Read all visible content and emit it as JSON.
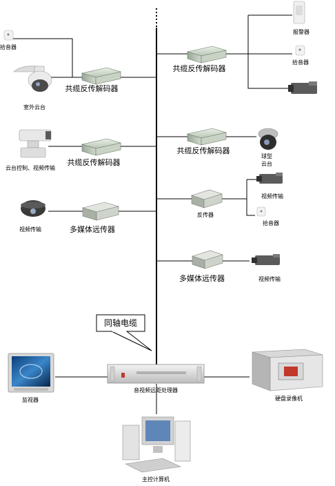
{
  "devices": {
    "pickup_top_left": "拾音器",
    "outdoor_ptz": "室外云台",
    "ptz_control": "云台控制、视频传输",
    "dome_video": "视频传输",
    "alarm": "报警器",
    "pickup_top_right": "拾音器",
    "ball_camera_line1": "球型",
    "ball_camera_line2": "云台",
    "video_right_1": "视频传输",
    "pickup_right": "拾音器",
    "video_right_2": "视频传输",
    "monitor": "监视器",
    "av_processor": "音视频远距处理器",
    "dvr": "硬盘录像机",
    "host_pc": "主控计算机"
  },
  "modules": {
    "left_decoder_1": "共缆反传解码器",
    "left_decoder_2": "共缆反传解码器",
    "left_multimedia": "多媒体远传器",
    "right_decoder_1": "共缆反传解码器",
    "right_decoder_2": "共缆反传解码器",
    "right_repeater": "反传器",
    "right_multimedia": "多媒体远传器"
  },
  "callout": {
    "coax": "同轴电缆"
  }
}
